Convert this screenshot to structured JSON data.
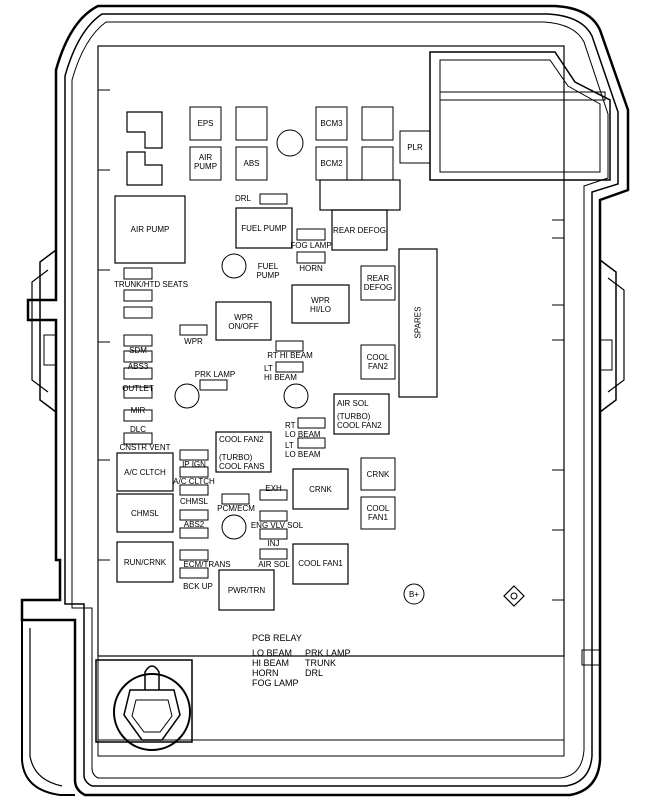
{
  "labels": {
    "eps": "EPS",
    "air_pump_small": "AIR\nPUMP",
    "abs": "ABS",
    "bcm3": "BCM3",
    "bcm2": "BCM2",
    "plr": "PLR",
    "drl": "DRL",
    "air_pump_big": "AIR PUMP",
    "fuel_pump": "FUEL PUMP",
    "fog_lamp": "FOG LAMP",
    "rear_defog": "REAR DEFOG",
    "fuel_pump_small": "FUEL\nPUMP",
    "horn": "HORN",
    "trunk_htd_seats": "TRUNK/HTD SEATS",
    "rear_defog_relay": "REAR\nDEFOG",
    "spares": "SPARES",
    "wpr_onoff": "WPR\nON/OFF",
    "wpr_hilo": "WPR\nHI/LO",
    "wpr": "WPR",
    "sdm": "SDM",
    "abs3": "ABS3",
    "rt_hi_beam": "RT HI BEAM",
    "lt_hi_beam": "LT\nHI BEAM",
    "cool_fan2": "COOL\nFAN2",
    "prk_lamp": "PRK LAMP",
    "outlet": "OUTLET",
    "air_sol": "AIR SOL",
    "turbo_cool_fan2": "(TURBO)\nCOOL FAN2",
    "mir": "MIR",
    "rt_lo_beam": "RT\nLO BEAM",
    "dlc": "DLC",
    "lt_lo_beam": "LT\nLO BEAM",
    "cool_fan2_turbo": "COOL FAN2\n\n(TURBO)\nCOOL FANS",
    "cnstr_vent": "CNSTR VENT",
    "ac_clutch_relay": "A/C CLTCH",
    "ip_ign": "IP IGN",
    "ac_clutch": "A/C CLTCH",
    "crnk_relay": "CRNK",
    "crnk": "CRNK",
    "exh": "EXH",
    "chmsl_relay": "CHMSL",
    "chmsl": "CHMSL",
    "pcm_ecm": "PCM/ECM",
    "cool_fan1_relay": "COOL\nFAN1",
    "eng_vlv_sol": "ENG VLV SOL",
    "abs2": "ABS2",
    "inj": "INJ",
    "run_crnk": "RUN/CRNK",
    "ecm_trans": "ECM/TRANS",
    "air_sol2": "AIR SOL",
    "cool_fan1": "COOL FAN1",
    "bck_up": "BCK UP",
    "pwr_trn": "PWR/TRN",
    "b_plus": "B+"
  },
  "pcb_relay": {
    "title": "PCB RELAY",
    "col1": [
      "LO BEAM",
      "HI BEAM",
      "HORN",
      "FOG LAMP"
    ],
    "col2": [
      "PRK LAMP",
      "TRUNK",
      "DRL"
    ]
  }
}
